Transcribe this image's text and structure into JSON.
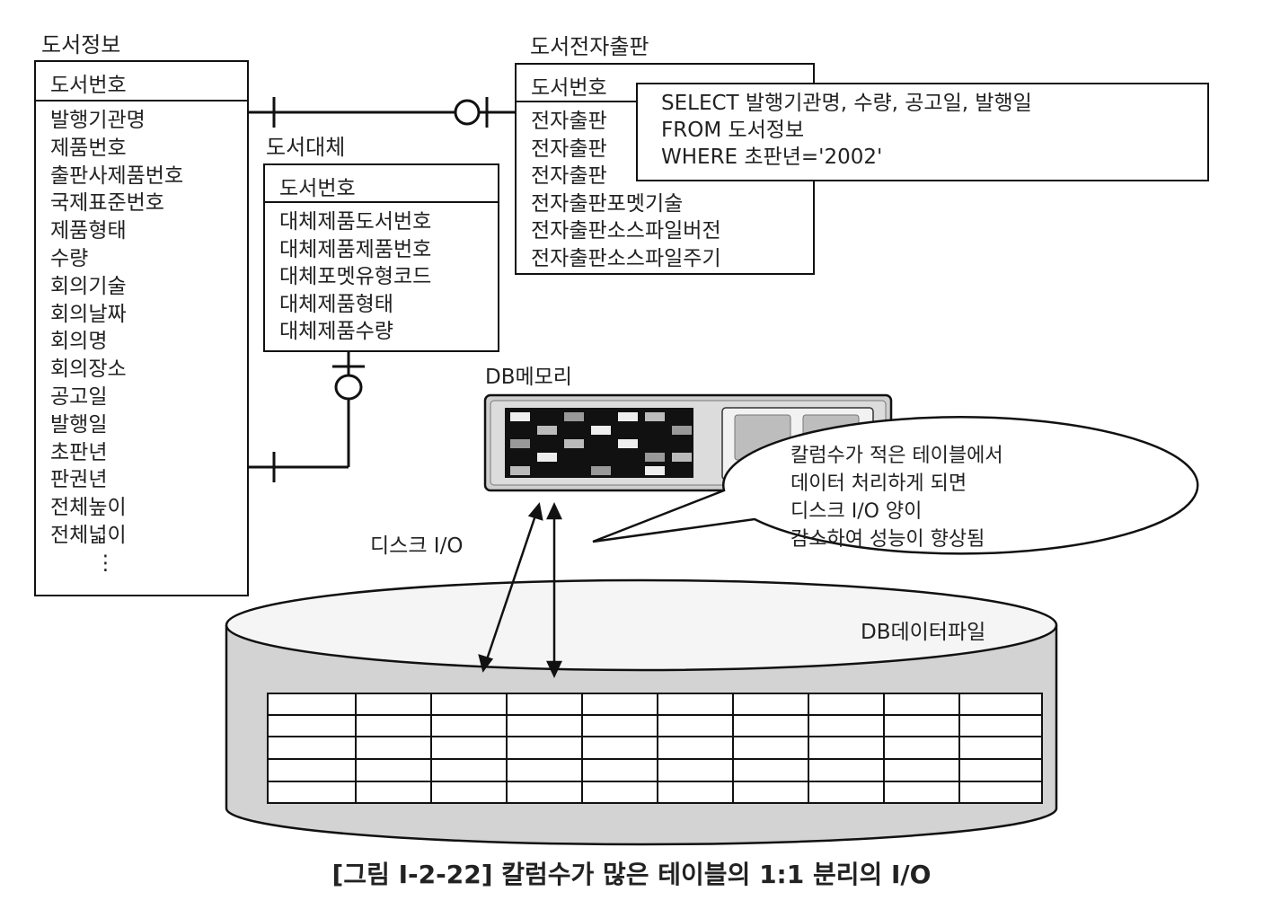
{
  "entities": {
    "book_info": {
      "name": "도서정보",
      "pk": "도서번호",
      "attributes": [
        "발행기관명",
        "제품번호",
        "출판사제품번호",
        "국제표준번호",
        "제품형태",
        "수량",
        "회의기술",
        "회의날짜",
        "회의명",
        "회의장소",
        "공고일",
        "발행일",
        "초판년",
        "판권년",
        "전체높이",
        "전체넓이",
        "⋮"
      ]
    },
    "book_ebook": {
      "name": "도서전자출판",
      "pk": "도서번호",
      "attributes": [
        "전자출판",
        "전자출판",
        "전자출판",
        "전자출판포멧기술",
        "전자출판소스파일버전",
        "전자출판소스파일주기"
      ]
    },
    "book_substitute": {
      "name": "도서대체",
      "pk": "도서번호",
      "attributes": [
        "대체제품도서번호",
        "대체제품제품번호",
        "대체포멧유형코드",
        "대체제품형태",
        "대체제품수량"
      ]
    }
  },
  "sql_lines": [
    "SELECT 발행기관명, 수량, 공고일, 발행일",
    "FROM 도서정보",
    "WHERE 초판년='2002'"
  ],
  "labels": {
    "db_memory": "DB메모리",
    "disk_io": "디스크 I/O",
    "db_datafile": "DB데이터파일"
  },
  "bubble_lines": [
    "칼럼수가 적은 테이블에서",
    "데이터 처리하게 되면",
    "디스크 I/O 양이",
    "감소하여 성능이 향상됨"
  ],
  "caption": "[그림 Ⅰ-2-22] 칼럼수가 많은 테이블의 1:1 분리의 I/O"
}
